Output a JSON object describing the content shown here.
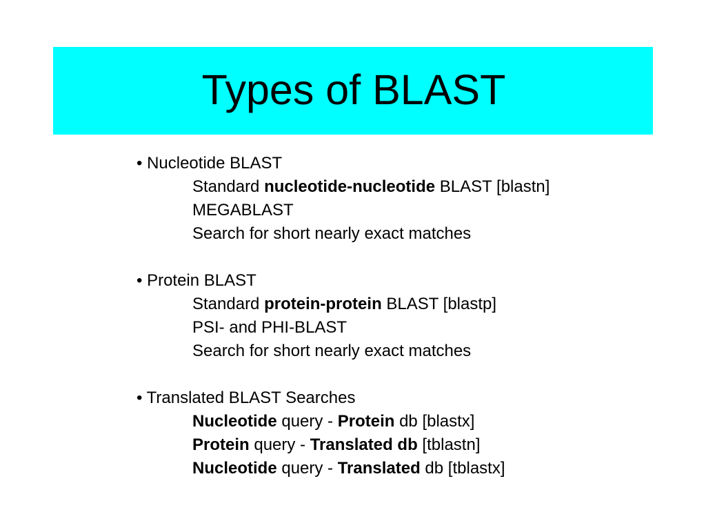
{
  "slide": {
    "title": "Types of BLAST",
    "colors": {
      "title_background": "#00ffff",
      "text": "#000000",
      "background": "#ffffff"
    }
  },
  "sections": [
    {
      "heading": "• Nucleotide BLAST",
      "items": [
        {
          "standard_prefix": "Standard ",
          "bold": "nucleotide-nucleotide",
          "suffix": " BLAST [blastn]"
        },
        {
          "text": "MEGABLAST"
        },
        {
          "text": "Search for short nearly exact matches"
        }
      ]
    },
    {
      "heading": "• Protein BLAST",
      "items": [
        {
          "standard_prefix": "Standard ",
          "bold": "protein-protein",
          "suffix": " BLAST [blastp]"
        },
        {
          "text": "PSI- and PHI-BLAST"
        },
        {
          "text": "Search for short nearly exact matches"
        }
      ]
    },
    {
      "heading": "• Translated BLAST Searches",
      "items": [
        {
          "bold1": "Nucleotide",
          "mid": " query - ",
          "bold2": "Protein",
          "suffix": " db [blastx]"
        },
        {
          "bold1": "Protein",
          "mid": " query - ",
          "bold2": "Translated db",
          "suffix": " [tblastn]"
        },
        {
          "bold1": "Nucleotide",
          "mid": " query - ",
          "bold2": "Translated",
          "suffix": " db [tblastx]"
        }
      ]
    }
  ]
}
